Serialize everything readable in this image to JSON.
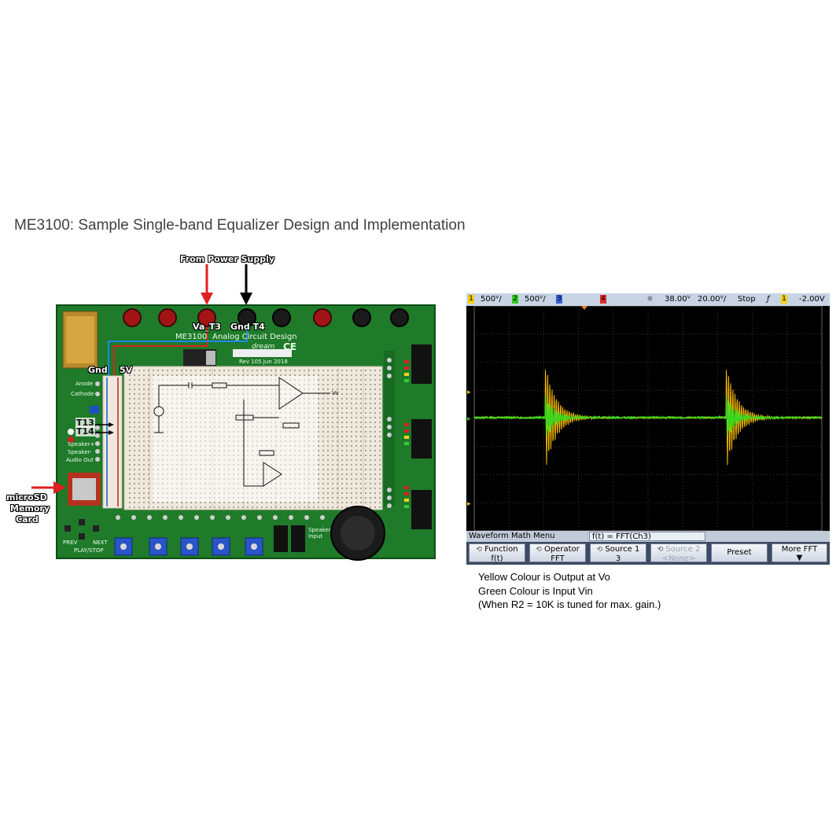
{
  "title": "ME3100: Sample Single-band Equalizer Design and Implementation",
  "board": {
    "callouts": {
      "power_supply": "From Power Supply",
      "microsd": [
        "microSD",
        "Memory",
        "Card"
      ]
    },
    "labels": {
      "va_t3": "Va_T3",
      "gnd_t4": "Gnd T4",
      "gnd": "Gnd",
      "five_v": "5V",
      "t13": "T13",
      "t14": "T14",
      "model": "ME3100",
      "model_desc": "Analog Circuit Design",
      "brand": "dream",
      "ce": "CE",
      "rev": "Rev 105   Jun 2018",
      "vo": "Vo",
      "left_pins": [
        "Anode",
        "Cathode",
        "Speaker+",
        "Speaker-",
        "Audio Out"
      ],
      "buttons": [
        "PREV",
        "PLAY/STOP",
        "NEXT"
      ],
      "speaker_input": "Speaker Input"
    }
  },
  "scope": {
    "status": {
      "ch1": "1",
      "ch1_scale": "500ⱽ/",
      "ch2": "2",
      "ch2_scale": "500ⱽ/",
      "ch3": "3",
      "ch4": "4",
      "trigger_pos": "38.00ⱽ",
      "timebase": "20.00ⱽ/",
      "run_state": "Stop",
      "trig_src": "1",
      "trig_level": "-2.00V"
    },
    "menu_title": "Waveform Math Menu",
    "function_display": "f(t) = FFT(Ch3)",
    "softkeys": [
      {
        "line1": "Function",
        "line2": "f(t)"
      },
      {
        "line1": "Operator",
        "line2": "FFT"
      },
      {
        "line1": "Source 1",
        "line2": "3"
      },
      {
        "line1": "Source 2",
        "line2": "<None>"
      },
      {
        "line1": "Preset",
        "line2": ""
      },
      {
        "line1": "More FFT",
        "line2": ""
      }
    ],
    "colors": {
      "yellow": "#f5b800",
      "green": "#33dd22",
      "grid": "#3a3a3a"
    }
  },
  "caption": [
    "Yellow Colour is Output at Vo",
    "Green Colour is Input Vin",
    "(When R2 = 10K is tuned for max. gain.)"
  ]
}
